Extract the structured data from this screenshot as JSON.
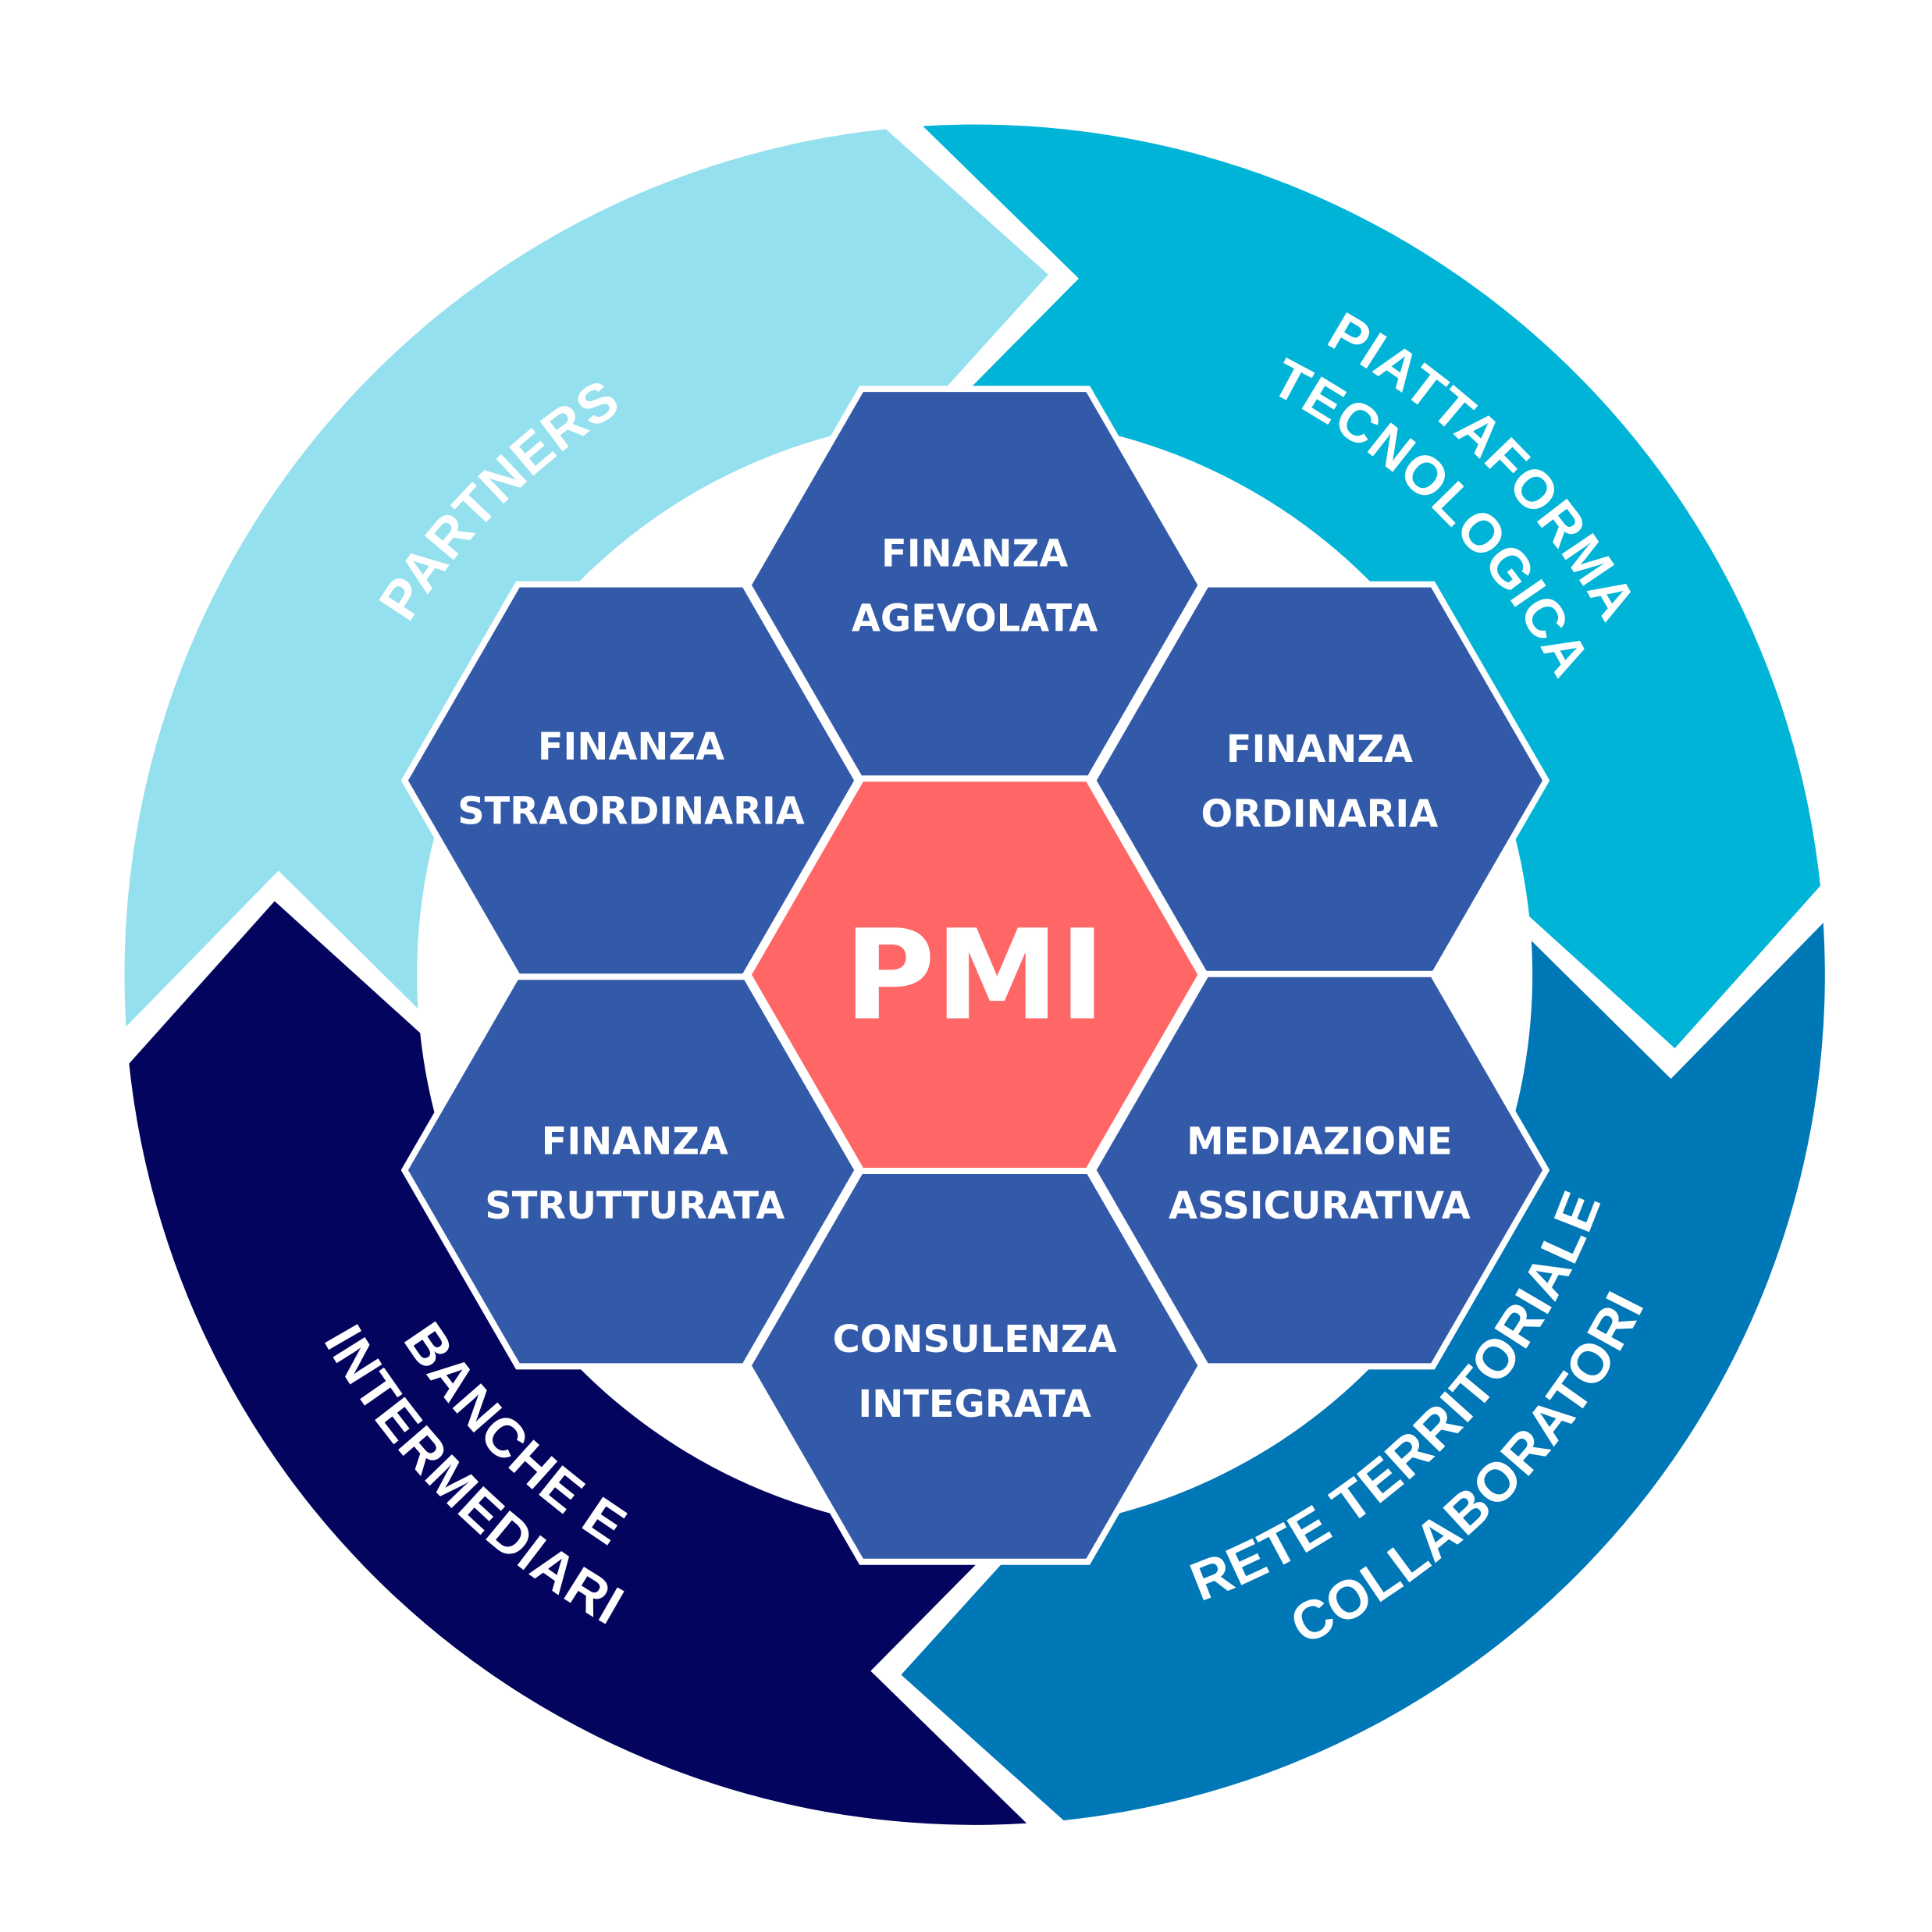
{
  "colors": {
    "partners": "#94E0EE",
    "piattaforma": "#00B4D8",
    "rete": "#0077B6",
    "banche": "#03045E",
    "hex": "#325AA8",
    "center": "#FF6666"
  },
  "ring": {
    "partners": {
      "line1": "PARTNERS"
    },
    "piattaforma": {
      "line1": "PIATTAFORMA",
      "line2": "TECNOLOGICA"
    },
    "rete": {
      "line1": "RETE TERRITORIALE",
      "line2": "COLLABORATORI"
    },
    "banche": {
      "line1": "BANCHE E",
      "line2": "INTERMEDIARI"
    }
  },
  "center": {
    "label": "PMI"
  },
  "hexagons": [
    {
      "line1": "FINANZA",
      "line2": "AGEVOLATA"
    },
    {
      "line1": "FINANZA",
      "line2": "ORDINARIA"
    },
    {
      "line1": "MEDIAZIONE",
      "line2": "ASSICURATIVA"
    },
    {
      "line1": "CONSULENZA",
      "line2": "INTEGRATA"
    },
    {
      "line1": "FINANZA",
      "line2": "STRUTTURATA"
    },
    {
      "line1": "FINANZA",
      "line2": "STRAORDINARIA"
    }
  ]
}
